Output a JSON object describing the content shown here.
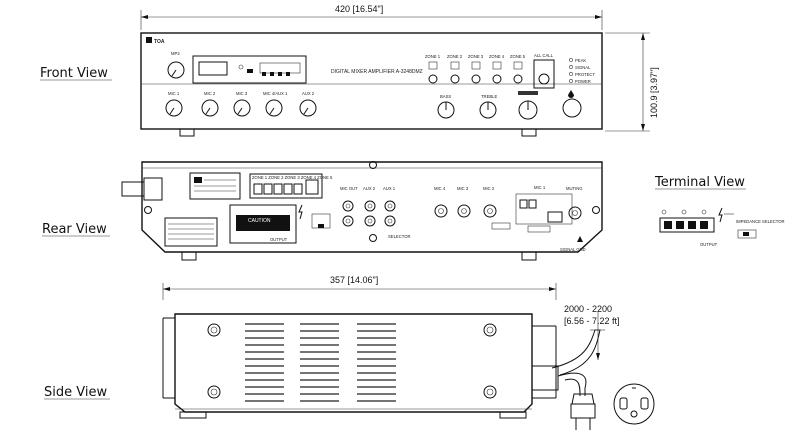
{
  "views": {
    "front": "Front View",
    "rear": "Rear View",
    "side": "Side View",
    "terminal": "Terminal View"
  },
  "dimensions": {
    "width": "420 [16.54\"]",
    "height": "100.9 [3.97\"]",
    "depth": "357 [14.06\"]",
    "cord_length": "2000 - 2200",
    "cord_length_in": "[6.56 - 7.22 ft]"
  },
  "front_panel": {
    "brand": "TOA",
    "model": "DIGITAL MIXER AMPLIFIER A-3248DMZ",
    "mp3_label": "MP3",
    "zones": [
      "ZONE 1",
      "ZONE 2",
      "ZONE 3",
      "ZONE 4",
      "ZONE 5"
    ],
    "all_call": "ALL CALL",
    "indicators": [
      "PEAK",
      "SIGNAL",
      "PROTECT",
      "POWER"
    ],
    "inputs": [
      "MIC 1",
      "MIC 2",
      "MIC 3",
      "MIC 4/AUX 1",
      "AUX 2"
    ],
    "bass": "BASS",
    "treble": "TREBLE"
  },
  "rear_panel": {
    "caution": "CAUTION",
    "jacks": [
      "MIC OUT",
      "AUX 2",
      "AUX 1",
      "MIC 4",
      "MIC 3",
      "MIC 2"
    ],
    "mic1": "MIC 1",
    "muting": "MUTING",
    "output": "OUTPUT",
    "signal_gnd": "SIGNAL GND",
    "selector": "SELECTOR",
    "zones_label": "ZONE 1 ZONE 2 ZONE 3 ZONE 4 ZONE 5"
  },
  "terminal": {
    "output": "OUTPUT",
    "impedance": "IMPEDANCE SELECTOR"
  }
}
